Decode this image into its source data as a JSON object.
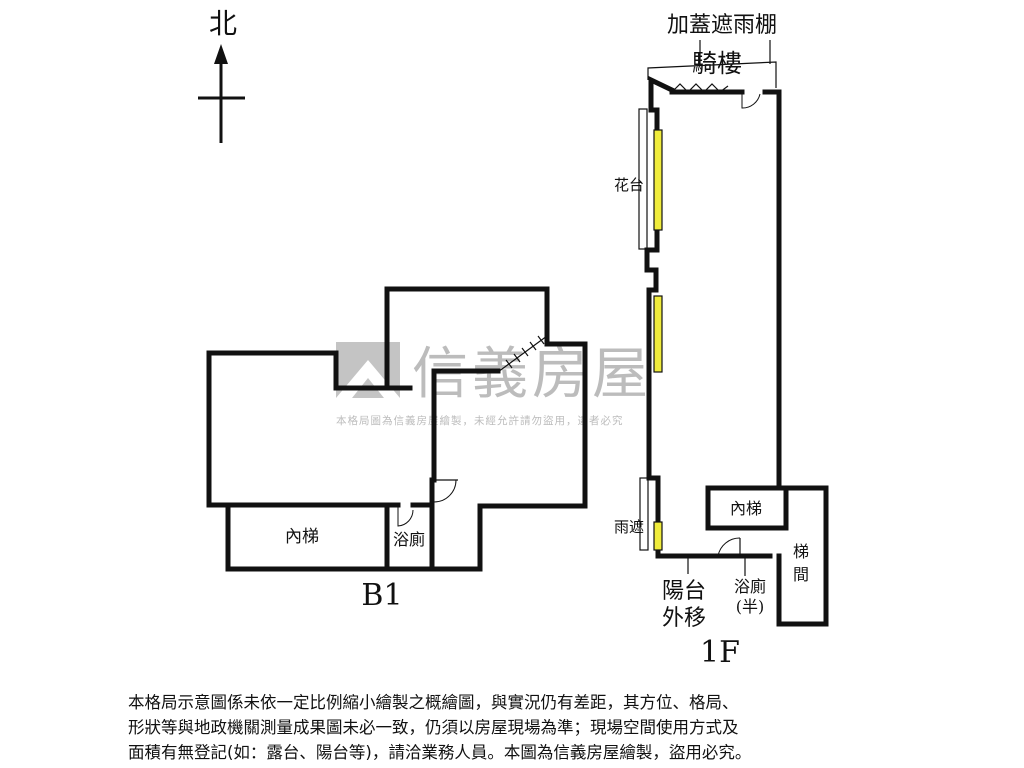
{
  "compass": {
    "north_label": "北"
  },
  "floor_b1": {
    "caption": "B1",
    "rooms": {
      "stair": "內梯",
      "bath": "浴廁"
    }
  },
  "floor_1f": {
    "caption": "1F",
    "canopy_label": "加蓋遮雨棚",
    "arcade_label": "騎樓",
    "planter_label": "花台",
    "rain_shelter_label": "雨遮",
    "balcony_moved_label": [
      "陽台",
      "外移"
    ],
    "bath_half_label": [
      "浴廁",
      "(半)"
    ],
    "stair_label": "內梯",
    "stairwell_label": [
      "梯",
      "間"
    ]
  },
  "watermark": {
    "brand": "信義房屋",
    "subtitle": "本格局圖為信義房屋繪製，未經允許請勿盜用，違者必究"
  },
  "notice": [
    "本格局示意圖係未依一定比例縮小繪製之概繪圖，與實況仍有差距，其方位、格局、",
    "形狀等與地政機關測量成果圖未必一致，仍須以房屋現場為準；現場空間使用方式及",
    "面積有無登記(如：露台、陽台等)，請洽業務人員。本圖為信義房屋繪製，盜用必究。"
  ],
  "colors": {
    "wall": "#111111",
    "window": "#f0ec3c",
    "watermark": "#bcbcbc"
  }
}
